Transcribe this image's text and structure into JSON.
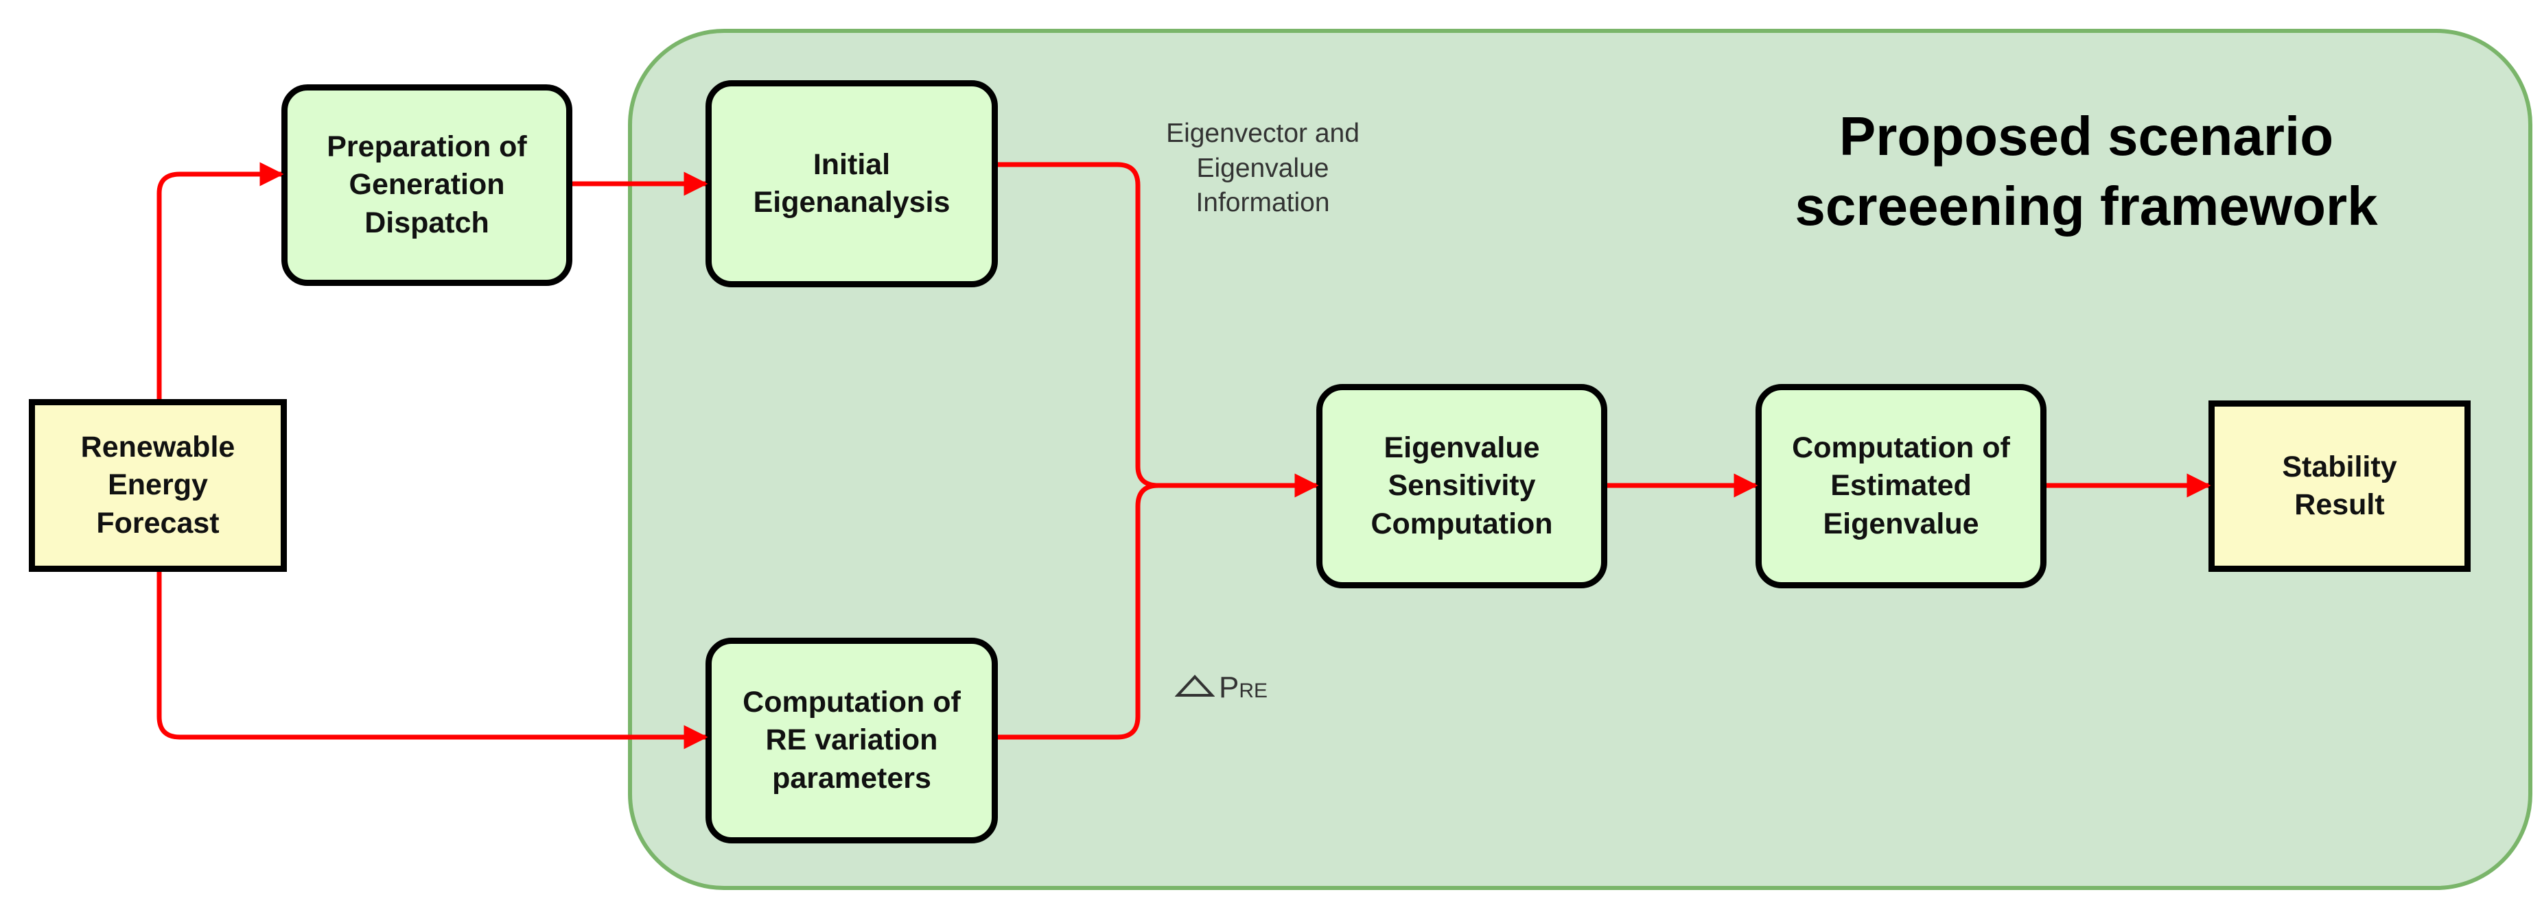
{
  "title": "Proposed scenario\nscreeening framework",
  "nodes": {
    "renewable_forecast": "Renewable\nEnergy\nForecast",
    "generation_dispatch": "Preparation of\nGeneration\nDispatch",
    "initial_eigenanalysis": "Initial\nEigenanalysis",
    "re_variation": "Computation of\nRE variation\nparameters",
    "eigen_sensitivity": "Eigenvalue\nSensitivity\nComputation",
    "estimated_eigenvalue": "Computation of\nEstimated\nEigenvalue",
    "stability_result": "Stability\nResult"
  },
  "annotations": {
    "eigen_info": "Eigenvector and\nEigenvalue\nInformation",
    "delta_symbol": "△",
    "delta_p": "P",
    "delta_sub": "RE"
  },
  "colors": {
    "framework_fill": "#cfe6cf",
    "framework_border": "#7ab56a",
    "process_fill": "#dcfccf",
    "terminal_fill": "#fcfac7",
    "arrow": "#ff0000"
  }
}
